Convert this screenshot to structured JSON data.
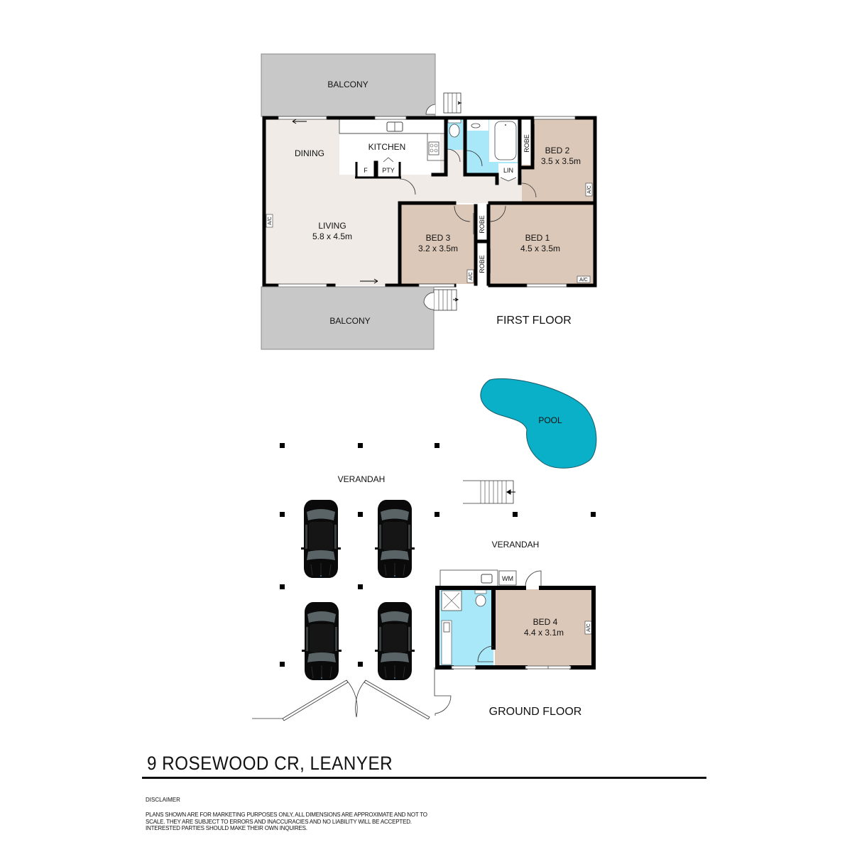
{
  "property": {
    "address": "9 ROSEWOOD CR, LEANYER"
  },
  "first_floor": {
    "title": "FIRST FLOOR",
    "rooms": {
      "balcony_top": {
        "label": "BALCONY"
      },
      "balcony_bottom": {
        "label": "BALCONY"
      },
      "dining": {
        "label": "DINING"
      },
      "kitchen": {
        "label": "KITCHEN"
      },
      "fridge": {
        "label": "F"
      },
      "pantry": {
        "label": "PTY"
      },
      "living": {
        "label": "LIVING",
        "dimensions": "5.8 x 4.5m"
      },
      "bed1": {
        "label": "BED 1",
        "dimensions": "4.5 x 3.5m"
      },
      "bed2": {
        "label": "BED 2",
        "dimensions": "3.5 x 3.5m"
      },
      "bed3": {
        "label": "BED 3",
        "dimensions": "3.2 x 3.5m"
      },
      "robe_bed2": {
        "label": "ROBE"
      },
      "robe_bed3": {
        "label": "ROBE"
      },
      "robe_bed1": {
        "label": "ROBE"
      },
      "linen": {
        "label": "LIN"
      }
    },
    "ac_label": "A/C"
  },
  "ground_floor": {
    "title": "GROUND FLOOR",
    "rooms": {
      "verandah_left": {
        "label": "VERANDAH"
      },
      "verandah_right": {
        "label": "VERANDAH"
      },
      "pool": {
        "label": "POOL"
      },
      "bed4": {
        "label": "BED 4",
        "dimensions": "4.4 x 3.1m"
      },
      "washing_machine": {
        "label": "WM"
      }
    },
    "ac_label": "A/C",
    "cars": 4
  },
  "disclaimer": {
    "heading": "DISCLAIMER",
    "body": "PLANS SHOWN ARE FOR MARKETING PURPOSES ONLY, ALL DIMENSIONS ARE APPROXIMATE AND NOT TO SCALE. THEY ARE SUBJECT TO ERRORS AND INACCURACIES AND NO LIABILITY WILL BE ACCEPTED. INTERESTED PARTIES SHOULD MAKE THEIR OWN INQUIRES."
  },
  "colors": {
    "balcony": "#c8c8c8",
    "living_floor": "#f0ebe6",
    "bedroom_floor": "#dcc8b8",
    "wet_area": "#a8e8f8",
    "pool": "#0ab0c8",
    "wall": "#000000"
  }
}
